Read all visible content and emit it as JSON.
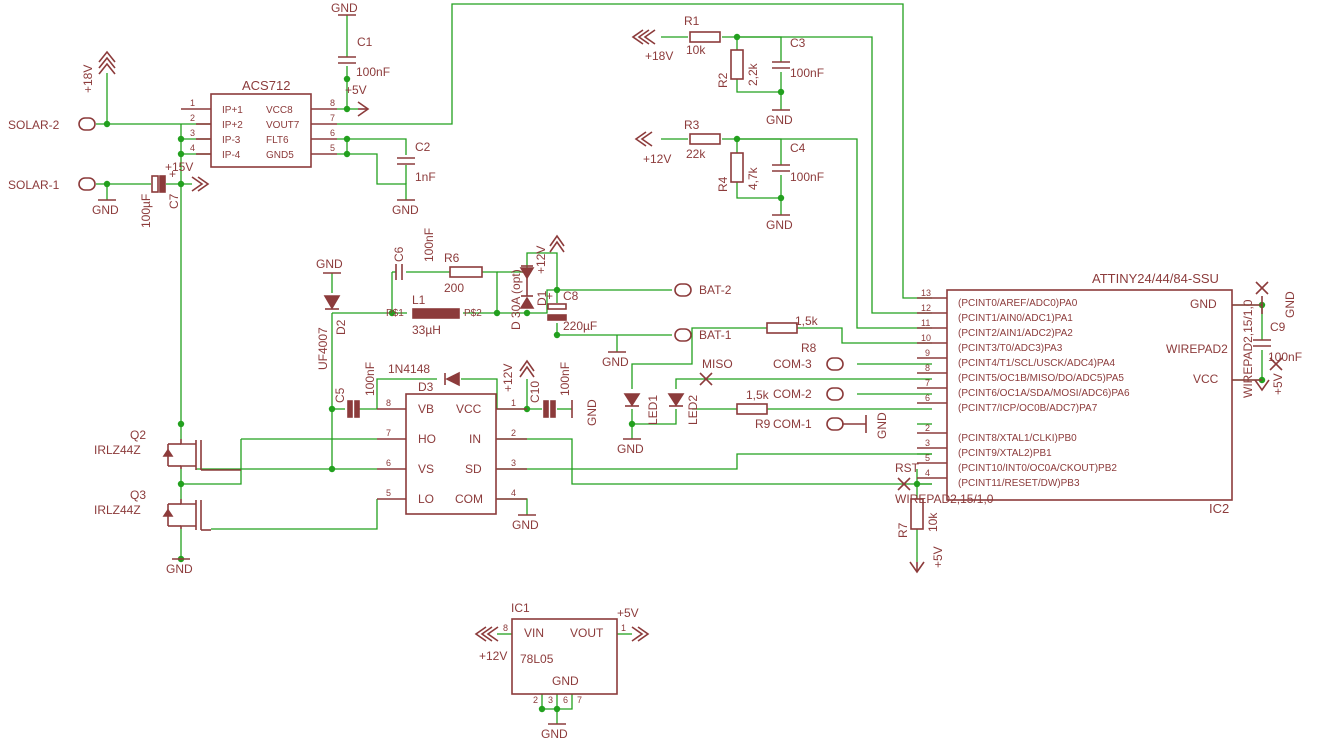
{
  "title": "",
  "components": {
    "u_acs": {
      "name": "ACS712",
      "pins": [
        "IP+1",
        "IP+2",
        "IP-3",
        "IP-4",
        "VCC8",
        "VOUT7",
        "FLT6",
        "GND5"
      ],
      "pin_nums": [
        "1",
        "2",
        "3",
        "4",
        "8",
        "7",
        "6",
        "5"
      ]
    },
    "c1": {
      "name": "C1",
      "value": "100nF"
    },
    "c2": {
      "name": "C2",
      "value": "1nF"
    },
    "c3": {
      "name": "C3",
      "value": "100nF"
    },
    "c4": {
      "name": "C4",
      "value": "100nF"
    },
    "c5": {
      "name": "C5",
      "value": "100nF"
    },
    "c6": {
      "name": "C6",
      "value": "100nF"
    },
    "c7": {
      "name": "C7",
      "value": "100µF"
    },
    "c8": {
      "name": "C8",
      "value": "220µF"
    },
    "c9": {
      "name": "C9",
      "value": "100nF"
    },
    "c10": {
      "name": "C10",
      "value": "100nF"
    },
    "r1": {
      "name": "R1",
      "value": "10k"
    },
    "r2": {
      "name": "R2",
      "value": "2,2k"
    },
    "r3": {
      "name": "R3",
      "value": "22k"
    },
    "r4": {
      "name": "R4",
      "value": "4,7k"
    },
    "r6": {
      "name": "R6",
      "value": "200"
    },
    "r7": {
      "name": "R7",
      "value": "10k"
    },
    "r8": {
      "name": "R8",
      "value": "1,5k"
    },
    "r9": {
      "name": "R9",
      "value": "1,5k"
    },
    "l1": {
      "name": "L1",
      "value": "33µH",
      "pad_a": "P$1",
      "pad_b": "P$2"
    },
    "d1": {
      "name": "D1",
      "value": "D 30A (opt)"
    },
    "d2": {
      "name": "D2",
      "value": "UF4007"
    },
    "d3": {
      "name": "D3",
      "value": "1N4148"
    },
    "led1": {
      "name": "LED1"
    },
    "led2": {
      "name": "LED2"
    },
    "q2": {
      "name": "Q2",
      "value": "IRLZ44Z"
    },
    "q3": {
      "name": "Q3",
      "value": "IRLZ44Z"
    },
    "driver": {
      "left_pins": [
        "VB",
        "HO",
        "VS",
        "LO"
      ],
      "left_nums": [
        "8",
        "7",
        "6",
        "5"
      ],
      "right_pins": [
        "VCC",
        "IN",
        "SD",
        "COM"
      ],
      "right_nums": [
        "1",
        "2",
        "3",
        "4"
      ]
    },
    "mcu": {
      "name": "ATTINY24/44/84-SSU",
      "ref": "IC2",
      "pins": [
        "(PCINT0/AREF/ADC0)PA0",
        "(PCINT1/AIN0/ADC1)PA1",
        "(PCINT2/AIN1/ADC2)PA2",
        "(PCINT3/T0/ADC3)PA3",
        "(PCINT4/T1/SCL/USCK/ADC4)PA4",
        "(PCINT5/OC1B/MISO/DO/ADC5)PA5",
        "(PCINT6/OC1A/SDA/MOSI/ADC6)PA6",
        "(PCINT7/ICP/OC0B/ADC7)PA7",
        "(PCINT8/XTAL1/CLKI)PB0",
        "(PCINT9/XTAL2)PB1",
        "(PCINT10/INT0/OC0A/CKOUT)PB2",
        "(PCINT11/RESET/DW)PB3"
      ],
      "pin_nums": [
        "13",
        "12",
        "11",
        "10",
        "9",
        "8",
        "7",
        "6",
        "2",
        "3",
        "5",
        "4"
      ],
      "gnd": "GND",
      "vcc": "VCC"
    },
    "reg": {
      "name": "IC1",
      "value": "78L05",
      "vin": "VIN",
      "vout": "VOUT",
      "gnd": "GND",
      "pin_in": "8",
      "pin_out": "1",
      "gnd_pins": [
        "2",
        "3",
        "6",
        "7"
      ]
    }
  },
  "connectors": {
    "solar2": "SOLAR-2",
    "solar1": "SOLAR-1",
    "bat2": "BAT-2",
    "bat1": "BAT-1",
    "com3": "COM-3",
    "com2": "COM-2",
    "com1": "COM-1",
    "wirepad_top": "WIREPAD2,15/1,0",
    "wirepad_side": "WIREPAD2",
    "wirepad_right": "WIREPAD2,15/1,0",
    "rst": "RST",
    "miso": "MISO"
  },
  "supplies": {
    "gnd": "GND",
    "v5": "+5V",
    "v12": "+12V",
    "v15": "+15V",
    "v18": "+18V"
  }
}
